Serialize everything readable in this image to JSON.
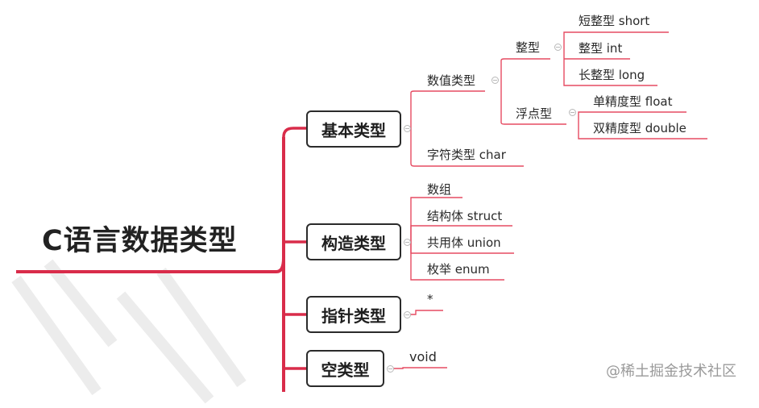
{
  "root": {
    "title": "C语言数据类型"
  },
  "categories": {
    "basic": {
      "label": "基本类型"
    },
    "constructed": {
      "label": "构造类型"
    },
    "pointer": {
      "label": "指针类型"
    },
    "void_type": {
      "label": "空类型"
    }
  },
  "basic": {
    "numeric": {
      "label": "数值类型"
    },
    "integer": {
      "label": "整型",
      "items": [
        "短整型 short",
        "整型 int",
        "长整型 long"
      ]
    },
    "floating": {
      "label": "浮点型",
      "items": [
        "单精度型 float",
        "双精度型 double"
      ]
    },
    "char": {
      "label": "字符类型 char"
    }
  },
  "constructed": {
    "items": [
      "数组",
      "结构体 struct",
      "共用体 union",
      "枚举 enum"
    ]
  },
  "pointer": {
    "symbol": "*"
  },
  "void_type": {
    "value": "void"
  },
  "watermark": {
    "text": "@稀土掘金技术社区"
  },
  "colors": {
    "main_branch": "#d92c4a",
    "line": "#e64b62",
    "box_border": "#2b2b2b",
    "text": "#222222",
    "watermark": "#9a9a9a"
  }
}
